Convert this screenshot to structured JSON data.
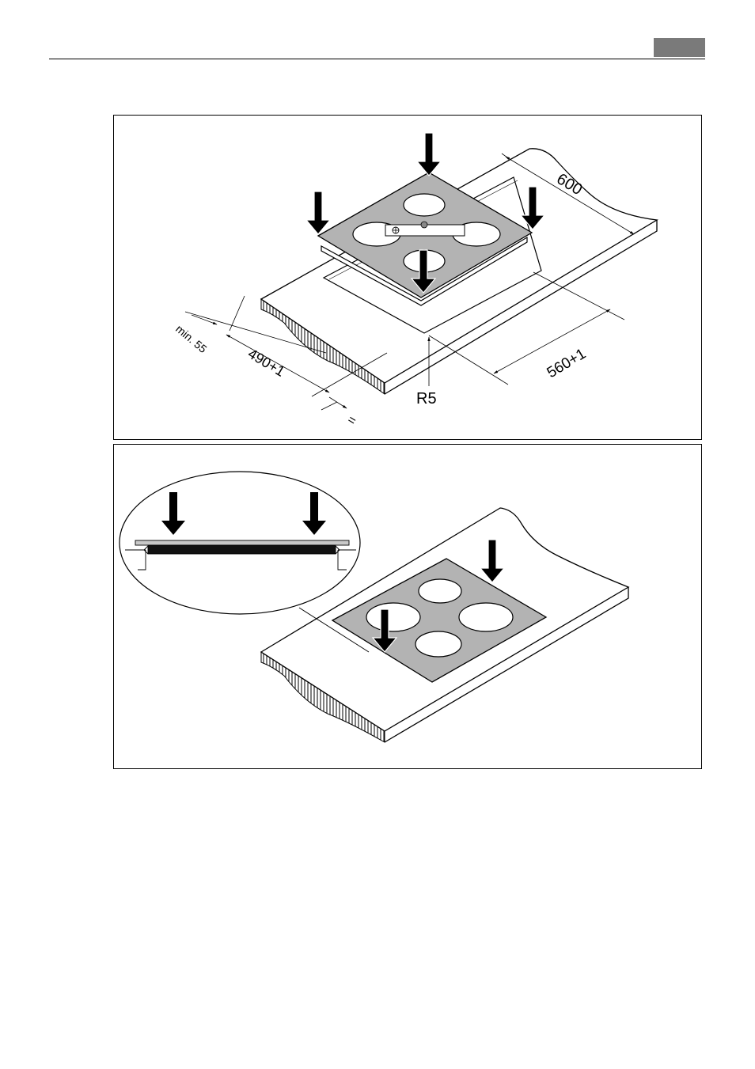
{
  "figure_top": {
    "labels": {
      "width_600": "600",
      "cutout_length": "560+1",
      "cutout_depth": "490+1",
      "min_edge": "min. 55",
      "corner_radius": "R5",
      "equal": "="
    }
  },
  "figure_bottom": {}
}
